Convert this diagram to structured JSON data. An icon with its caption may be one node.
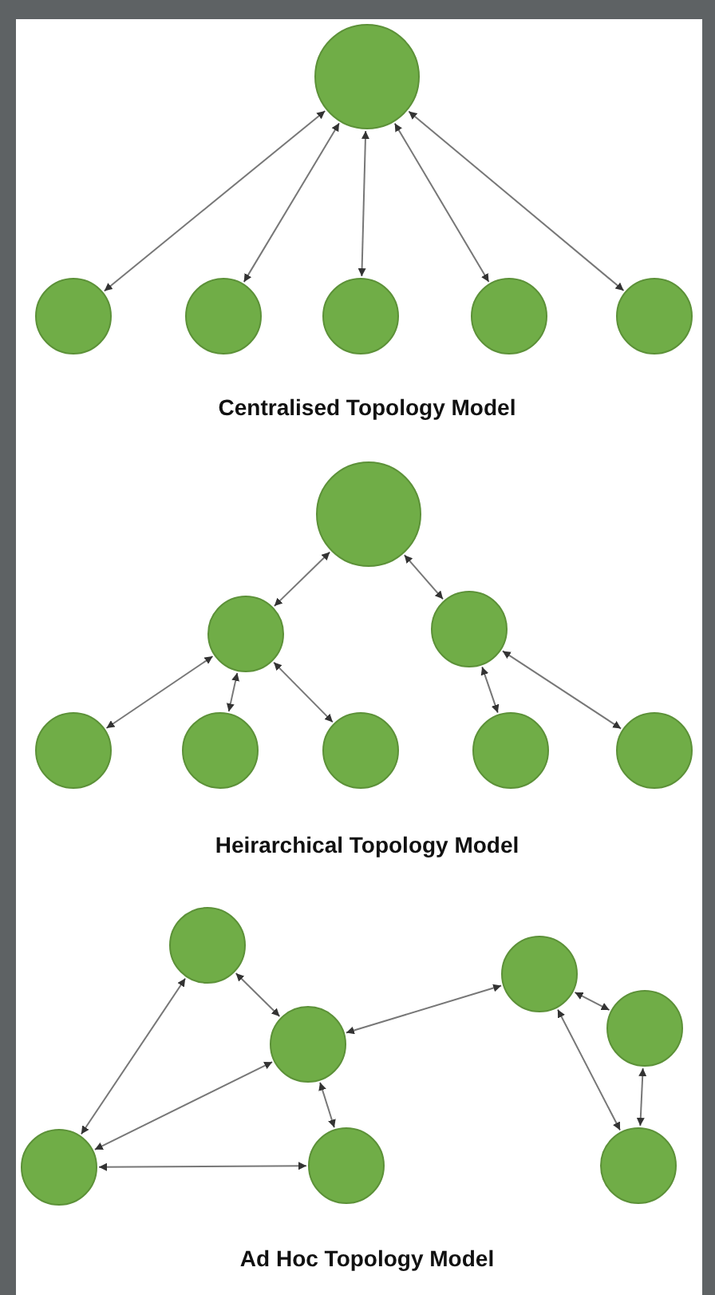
{
  "diagram": {
    "nodes": [
      {
        "text": [],
        "shape": "circle"
      },
      {
        "text": [],
        "shape": "circle"
      },
      {
        "text": [],
        "shape": "circle"
      },
      {
        "text": [],
        "shape": "circle"
      },
      {
        "text": [],
        "shape": "circle"
      },
      {
        "text": [],
        "shape": "circle"
      },
      {
        "text": [],
        "shape": "circle"
      },
      {
        "text": [],
        "shape": "circle"
      },
      {
        "text": [],
        "shape": "circle"
      },
      {
        "text": [],
        "shape": "circle"
      },
      {
        "text": [],
        "shape": "circle"
      },
      {
        "text": [],
        "shape": "circle"
      },
      {
        "text": [],
        "shape": "circle"
      },
      {
        "text": [],
        "shape": "circle"
      },
      {
        "text": [],
        "shape": "circle"
      },
      {
        "text": [],
        "shape": "circle"
      },
      {
        "text": [],
        "shape": "circle"
      },
      {
        "text": [],
        "shape": "circle"
      },
      {
        "text": [],
        "shape": "circle"
      },
      {
        "text": [],
        "shape": "circle"
      },
      {
        "text": [],
        "shape": "circle"
      }
    ],
    "edges": [
      {
        "from": 0,
        "to": 1,
        "arrow": "both"
      },
      {
        "from": 0,
        "to": 2,
        "arrow": "both"
      },
      {
        "from": 0,
        "to": 3,
        "arrow": "both"
      },
      {
        "from": 0,
        "to": 4,
        "arrow": "both"
      },
      {
        "from": 0,
        "to": 5,
        "arrow": "both"
      },
      {
        "from": 6,
        "to": 7,
        "arrow": "both"
      },
      {
        "from": 6,
        "to": 8,
        "arrow": "both"
      },
      {
        "from": 7,
        "to": 9,
        "arrow": "both"
      },
      {
        "from": 7,
        "to": 10,
        "arrow": "both"
      },
      {
        "from": 7,
        "to": 11,
        "arrow": "both"
      },
      {
        "from": 8,
        "to": 12,
        "arrow": "both"
      },
      {
        "from": 8,
        "to": 13,
        "arrow": "both"
      },
      {
        "from": 14,
        "to": 15,
        "arrow": "both"
      },
      {
        "from": 14,
        "to": 18,
        "arrow": "both"
      },
      {
        "from": 15,
        "to": 18,
        "arrow": "both"
      },
      {
        "from": 15,
        "to": 19,
        "arrow": "both"
      },
      {
        "from": 18,
        "to": 19,
        "arrow": "both"
      },
      {
        "from": 15,
        "to": 16,
        "arrow": "both"
      },
      {
        "from": 16,
        "to": 17,
        "arrow": "both"
      },
      {
        "from": 16,
        "to": 20,
        "arrow": "both"
      },
      {
        "from": 17,
        "to": 20,
        "arrow": "both"
      }
    ],
    "labels": [
      "Centralised Topology Model",
      "Heirarchical Topology Model",
      "Ad Hoc Topology Model"
    ]
  }
}
